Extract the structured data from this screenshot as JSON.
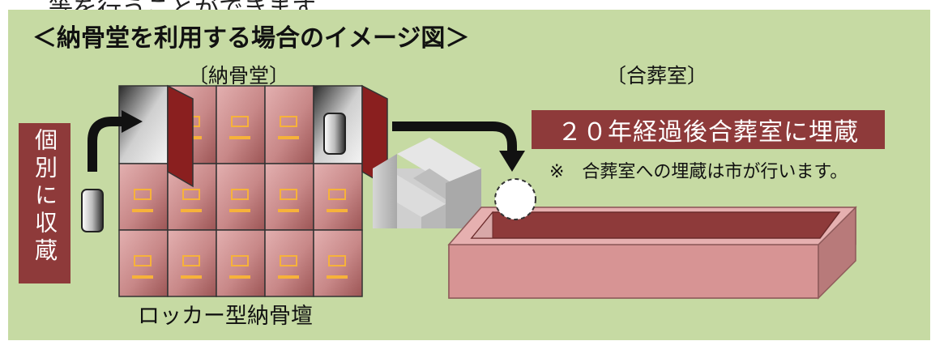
{
  "top_text": "等を行うことができます。",
  "heading": "＜納骨堂を利用する場合のイメージ図＞",
  "label_nokotsudo": "〔納骨堂〕",
  "label_gassoshitsu": "〔合葬室〕",
  "side_label": "個別に収蔵",
  "locker_label": "ロッカー型納骨壇",
  "banner": "２０年経過後合葬室に埋蔵",
  "note": "※　合葬室への埋蔵は市が行います。",
  "colors": {
    "background": "#c6daa3",
    "maroon": "#8e3a3a",
    "locker": "#c98d8d",
    "drawer": "#f7b23a",
    "tomb": "#d89898",
    "stair": "#c4c4c4"
  }
}
